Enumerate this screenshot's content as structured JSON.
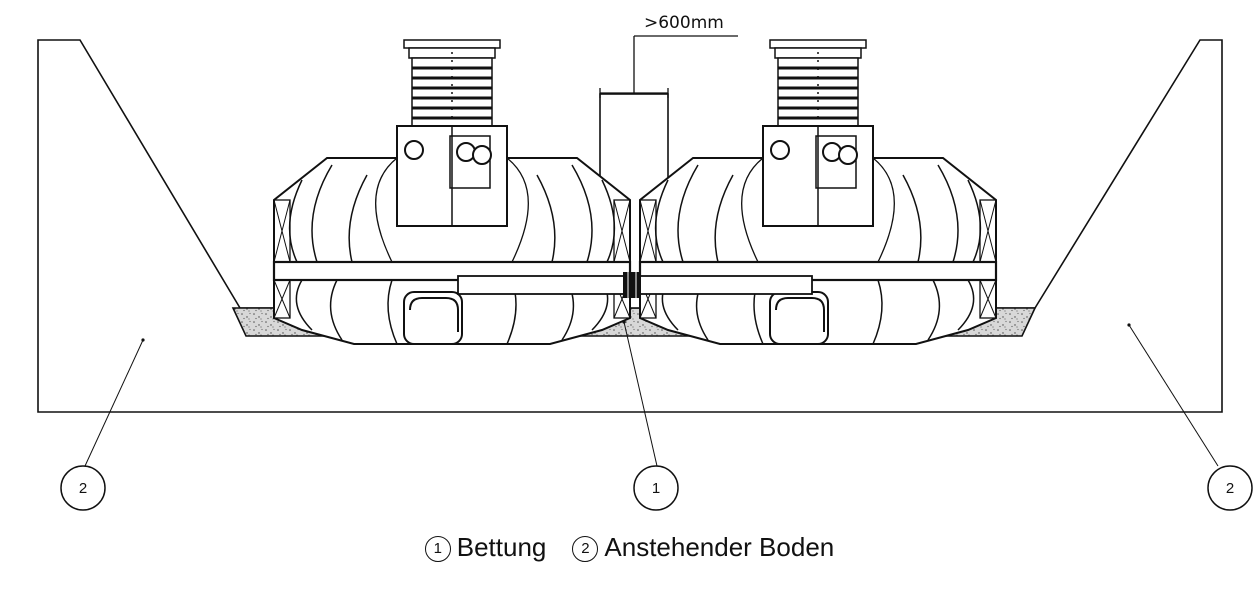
{
  "dimension": {
    "label": ">600mm"
  },
  "callouts": [
    {
      "id": "left",
      "number": "2"
    },
    {
      "id": "center",
      "number": "1"
    },
    {
      "id": "right",
      "number": "2"
    }
  ],
  "legend": [
    {
      "number": "1",
      "label": "Bettung"
    },
    {
      "number": "2",
      "label": "Anstehender Boden"
    }
  ]
}
